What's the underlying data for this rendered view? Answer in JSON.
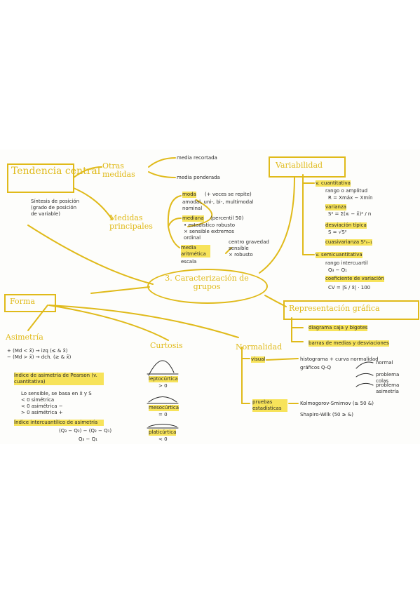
{
  "colors": {
    "ink": "#2a2a2a",
    "accent": "#e0ba1a",
    "highlight": "#f7e35a",
    "paper": "#fdfdfb"
  },
  "center": "3. Caracterización de grupos",
  "tendencia": {
    "title": "Tendencia central",
    "note": "Síntesis de posición (grado de posición de variable)",
    "otras": {
      "title": "Otras medidas",
      "items": [
        "media recortada",
        "media ponderada"
      ]
    },
    "principales": {
      "title": "Medidas principales",
      "moda": "moda",
      "moda_note": "(+ veces se repite)",
      "moda_detail": "amodal, uni-, bi-, multimodal\nnominal",
      "mediana": "mediana",
      "mediana_note": "(percentil 50)",
      "mediana_detail": "• estadístico robusto\n× sensible extremos\nordinal",
      "media": "media aritmética",
      "media_detail": "escala",
      "media_notes": "centro gravedad\nsensible\n× robusto"
    }
  },
  "variabilidad": {
    "title": "Variabilidad",
    "cuantitativa": "v. cuantitativa",
    "rango": "rango o amplitud",
    "rango_formula": "R = Xmáx − Xmín",
    "varianza": "varianza",
    "varianza_formula": "S² = Σ(xᵢ − x̄)² / n",
    "desviacion": "desviación típica",
    "desviacion_formula": "S = √S²",
    "cuasivarianza": "cuasivarianza S²ₙ₋₁",
    "semicuantitativa": "v. semicuantitativa",
    "intercuartil": "rango intercuartil",
    "intercuartil_formula": "Q₃ − Q₁",
    "coeficiente": "coeficiente de variación",
    "coeficiente_formula": "CV = |S / x̄| · 100"
  },
  "representacion": {
    "title": "Representación gráfica",
    "items": [
      "diagrama caja y bigotes",
      "barras de medias y desviaciones"
    ]
  },
  "forma": {
    "title": "Forma"
  },
  "asimetria": {
    "title": "Asimetría",
    "rules": "+ (Md < x̄) → izq (≤ & x̄)\n− (Md > x̄) → dch. (≥ & x̄)",
    "pearson": "Índice de asimetría de Pearson (v. cuantitativa)",
    "pearson_detail": "Lo sensible, se basa en x̄ y S\n< 0 simétrica\n< 0 asimétrica −\n> 0 asimétrica +",
    "intercuantilico": "Índice intercuantílico de asimetría",
    "formula": "(Q₃ − Q₂) − (Q₂ − Q₁)",
    "formula_den": "Q₃ − Q₁"
  },
  "curtosis": {
    "title": "Curtosis",
    "types": [
      {
        "name": "leptocúrtica",
        "sign": "> 0"
      },
      {
        "name": "mesocúrtica",
        "sign": "= 0"
      },
      {
        "name": "platicúrtica",
        "sign": "< 0"
      }
    ]
  },
  "normalidad": {
    "title": "Normalidad",
    "visual": "visual",
    "visual_items": [
      "histograma + curva normalidad",
      "gráficos Q-Q"
    ],
    "qq_labels": [
      "normal",
      "problema colas",
      "problema asimetría"
    ],
    "pruebas": "pruebas estadísticas",
    "tests": [
      "Kolmogorov-Smirnov (≥ 50 &)",
      "Shapiro-Wilk (50 ≥ &)"
    ]
  }
}
